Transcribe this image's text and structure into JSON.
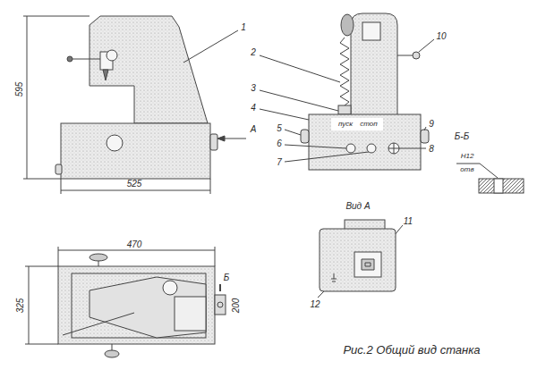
{
  "diagram": {
    "caption": "Рис.2 Общий вид станка",
    "labels": [
      "595",
      "525",
      "А",
      "1",
      "2",
      "3",
      "4",
      "5",
      "пуск",
      "стоп",
      "6",
      "7",
      "8",
      "9",
      "10",
      "Б-Б",
      "Н12",
      "отв",
      "Вид А",
      "11",
      "12",
      "470",
      "325",
      "Б",
      "200"
    ]
  }
}
